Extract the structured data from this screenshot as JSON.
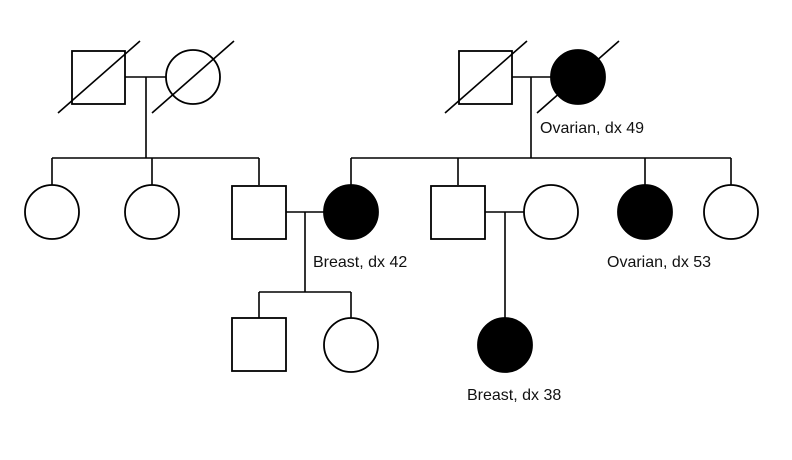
{
  "colors": {
    "line": "#000000",
    "affected": "#000000",
    "unaffected": "#ffffff"
  },
  "generation_1": {
    "paternal_grandfather": {
      "sex": "male",
      "deceased": true,
      "affected": false
    },
    "paternal_grandmother": {
      "sex": "female",
      "deceased": true,
      "affected": false
    },
    "maternal_grandfather": {
      "sex": "male",
      "deceased": true,
      "affected": false
    },
    "maternal_grandmother": {
      "sex": "female",
      "deceased": true,
      "affected": true,
      "label": "Ovarian, dx 49"
    }
  },
  "generation_2": {
    "paternal_aunt_1": {
      "sex": "female",
      "affected": false
    },
    "paternal_aunt_2": {
      "sex": "female",
      "affected": false
    },
    "father": {
      "sex": "male",
      "affected": false
    },
    "mother": {
      "sex": "female",
      "affected": true,
      "label": "Breast, dx 42"
    },
    "maternal_uncle": {
      "sex": "male",
      "affected": false
    },
    "uncle_spouse": {
      "sex": "female",
      "affected": false
    },
    "maternal_aunt_affected": {
      "sex": "female",
      "affected": true,
      "label": "Ovarian, dx 53"
    },
    "maternal_aunt": {
      "sex": "female",
      "affected": false
    }
  },
  "generation_3": {
    "son": {
      "sex": "male",
      "affected": false
    },
    "daughter": {
      "sex": "female",
      "affected": false
    },
    "cousin": {
      "sex": "female",
      "affected": true,
      "label": "Breast, dx 38"
    }
  }
}
